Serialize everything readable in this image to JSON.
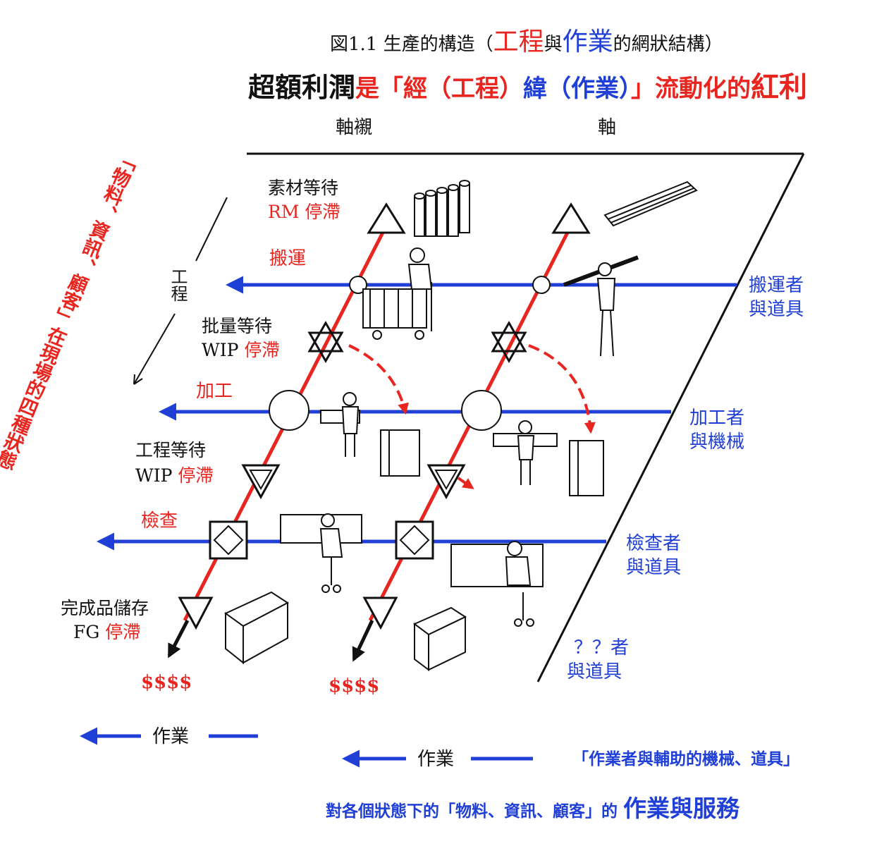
{
  "title": {
    "prefix": "図1.1 生產的構造（",
    "gongcheng": "工程",
    "yu": "與",
    "zuoye": "作業",
    "suffix": "的網狀結構）"
  },
  "subtitle": {
    "black": "超額利潤",
    "red1": "是「經（工程）",
    "blue1": "緯（作業）",
    "red2": "」流動化的",
    "red3": "紅利"
  },
  "axes": {
    "axis_left": "軸襯",
    "axis_right": "軸"
  },
  "left_vertical": {
    "red": "「物料、資訊、顧客」在現場的四種狀態",
    "process": "工程"
  },
  "states": {
    "rm_wait": "素材等待",
    "rm_stop": "RM 停滯",
    "transport": "搬運",
    "batch_wait": "批量等待",
    "batch_wip": "WIP",
    "batch_stop": "停滯",
    "process": "加工",
    "proc_wait": "工程等待",
    "proc_wip": "WIP",
    "proc_stop": "停滯",
    "inspect": "檢查",
    "fg_store": "完成品儲存",
    "fg_label": "FG",
    "fg_stop": "停滯"
  },
  "right_labels": {
    "transporter_1": "搬運者",
    "transporter_2": "與道具",
    "processor_1": "加工者",
    "processor_2": "與機械",
    "inspector_1": "檢查者",
    "inspector_2": "與道具",
    "unknown_1": "？？者",
    "unknown_2": "與道具"
  },
  "money": {
    "left": "$$$$",
    "right": "$$$$"
  },
  "bottom": {
    "op_left": "作業",
    "op_right": "作業",
    "operators": "「作業者與輔助的機械、道具」",
    "summary_prefix": "對各個狀態下的「物料、資訊、顧客」的",
    "summary_emph": "作業與服務"
  },
  "colors": {
    "red": "#e8251f",
    "blue": "#1f3fd6",
    "black": "#111111"
  }
}
